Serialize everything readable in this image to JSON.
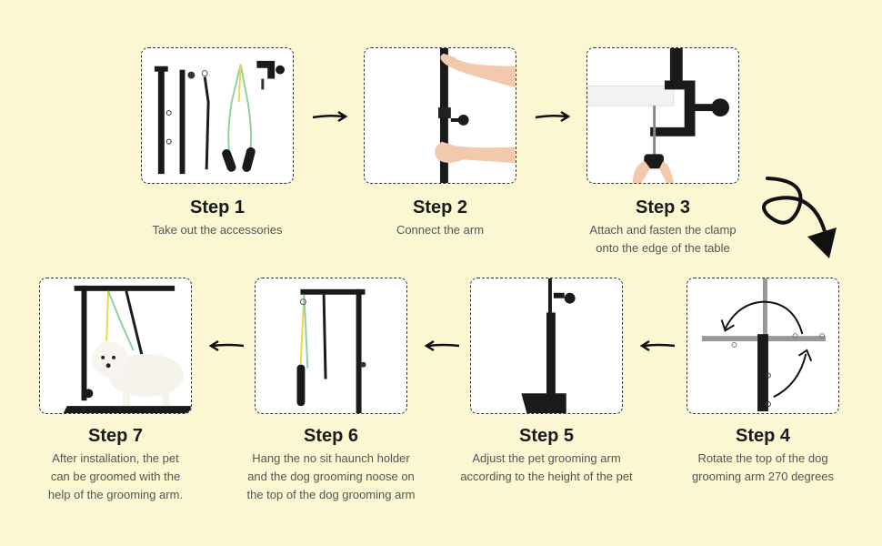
{
  "steps": [
    {
      "title": "Step 1",
      "desc": [
        "Take out the accessories"
      ]
    },
    {
      "title": "Step 2",
      "desc": [
        "Connect the arm"
      ]
    },
    {
      "title": "Step 3",
      "desc": [
        "Attach and fasten the clamp",
        "onto the edge of the table"
      ]
    },
    {
      "title": "Step 4",
      "desc": [
        "Rotate the top of the dog",
        "grooming arm 270 degrees"
      ]
    },
    {
      "title": "Step 5",
      "desc": [
        "Adjust the pet grooming arm",
        "according to the height of the pet"
      ]
    },
    {
      "title": "Step 6",
      "desc": [
        "Hang the no sit haunch holder",
        "and the dog grooming noose on",
        "the top of the dog grooming arm"
      ]
    },
    {
      "title": "Step 7",
      "desc": [
        "After installation, the pet",
        "can be groomed with the",
        "help of the grooming arm."
      ]
    }
  ],
  "colors": {
    "background": "#fbf7d2",
    "card": "#ffffff",
    "metal": "#1a1a1a",
    "noose_green": "#8fd19e",
    "noose_yellow": "#e6d94a"
  },
  "icons": [
    "arrow-right-icon",
    "arrow-left-icon",
    "curved-arrow-icon",
    "rotate-arrow-icon"
  ]
}
